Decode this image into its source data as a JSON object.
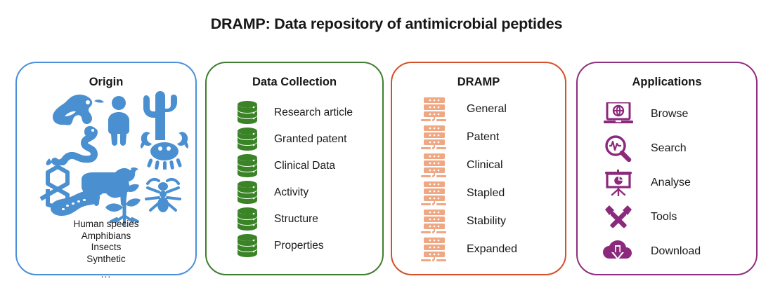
{
  "title": "DRAMP: Data repository of antimicrobial peptides",
  "colors": {
    "blue_border": "#4a90d9",
    "blue_icon": "#4a8fd0",
    "green_border": "#3e7d2f",
    "green_icon": "#3a8327",
    "orange_border": "#d4502a",
    "orange_icon": "#f0a884",
    "purple_border": "#8e2e7e",
    "purple_icon": "#8b2a7c",
    "text": "#1a1a1a"
  },
  "panels": {
    "origin": {
      "title": "Origin",
      "icons": [
        {
          "name": "frog-icon"
        },
        {
          "name": "person-icon"
        },
        {
          "name": "cactus-icon"
        },
        {
          "name": "snake-icon"
        },
        {
          "name": "crab-icon"
        },
        {
          "name": "molecule-icon"
        },
        {
          "name": "cow-icon"
        },
        {
          "name": "ant-icon"
        },
        {
          "name": "caterpillar-icon"
        },
        {
          "name": "plant-icon"
        }
      ],
      "list": [
        "Human species",
        "Amphibians",
        "Insects",
        "Synthetic"
      ],
      "ellipsis": "..."
    },
    "collection": {
      "title": "Data Collection",
      "icon_name": "database-icon",
      "items": [
        "Research article",
        "Granted patent",
        "Clinical Data",
        "Activity",
        "Structure",
        "Properties"
      ]
    },
    "dramp": {
      "title": "DRAMP",
      "icon_name": "server-rack-icon",
      "items": [
        "General",
        "Patent",
        "Clinical",
        "Stapled",
        "Stability",
        "Expanded"
      ]
    },
    "applications": {
      "title": "Applications",
      "items": [
        {
          "label": "Browse",
          "icon": "laptop-globe-icon"
        },
        {
          "label": "Search",
          "icon": "magnifier-waveform-icon"
        },
        {
          "label": "Analyse",
          "icon": "presentation-pie-chart-icon"
        },
        {
          "label": "Tools",
          "icon": "crossed-hammers-icon"
        },
        {
          "label": "Download",
          "icon": "cloud-download-icon"
        }
      ]
    }
  }
}
